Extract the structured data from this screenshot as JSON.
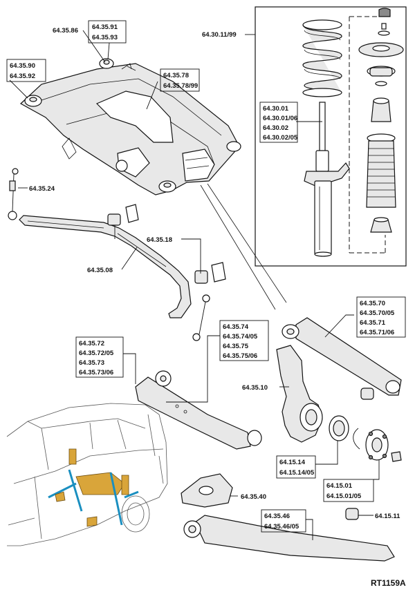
{
  "diagram": {
    "labels": {
      "subframe_mount_a": [
        "64.35.86"
      ],
      "subframe_mount_b": [
        "64.35.91",
        "64.35.93"
      ],
      "subframe_mount_c": [
        "64.35.90",
        "64.35.92"
      ],
      "subframe": [
        "64.35.78",
        "64.35.78/99"
      ],
      "spring": [
        "64.30.11/99"
      ],
      "damper": [
        "64.30.01",
        "64.30.01/06",
        "64.30.02",
        "64.30.02/05"
      ],
      "link_rod": [
        "64.35.24"
      ],
      "bush": [
        "64.35.18"
      ],
      "stabilizer_bar": [
        "64.35.08"
      ],
      "upper_arm_rear": [
        "64.35.70",
        "64.35.70/05",
        "64.35.71",
        "64.35.71/06"
      ],
      "upper_arm_front": [
        "64.35.74",
        "64.35.74/05",
        "64.35.75",
        "64.35.75/06"
      ],
      "lower_arm": [
        "64.35.72",
        "64.35.72/05",
        "64.35.73",
        "64.35.73/06"
      ],
      "knuckle": [
        "64.35.10"
      ],
      "bearing": [
        "64.15.14",
        "64.15.14/05"
      ],
      "hub": [
        "64.15.01",
        "64.15.01/05"
      ],
      "plate": [
        "64.35.40"
      ],
      "trailing_link": [
        "64.35.46",
        "64.35.46/05"
      ],
      "hub_cap": [
        "64.15.11"
      ]
    },
    "figure_code": "RT1159A"
  }
}
